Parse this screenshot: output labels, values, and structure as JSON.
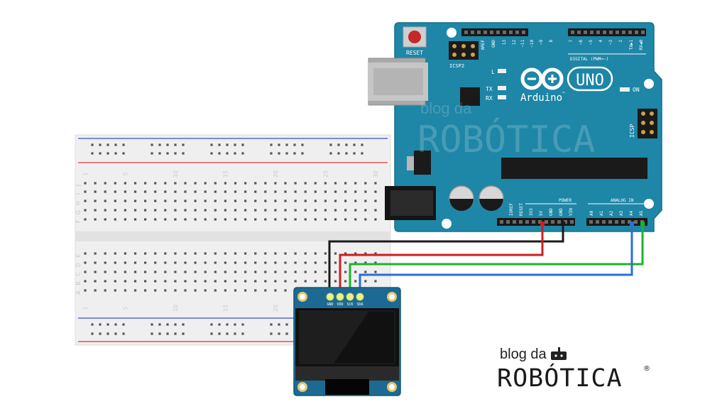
{
  "arduino": {
    "reset_label": "RESET",
    "icsp2_label": "ICSP2",
    "icsp_label": "ICSP",
    "brand": "Arduino",
    "tm": "™",
    "model": "UNO",
    "led_labels": [
      "L",
      "TX",
      "RX"
    ],
    "on_label": "ON",
    "digital_label": "DIGITAL (PWM=~)",
    "top_header_labels": [
      "AREF",
      "GND",
      "13",
      "12",
      "~11",
      "~10",
      "~9",
      "8",
      "7",
      "~6",
      "~5",
      "4",
      "~3",
      "2",
      "TX▶1",
      "RX◀0"
    ],
    "power_label": "POWER",
    "analog_label": "ANALOG IN",
    "power_pins": [
      "IOREF",
      "RESET",
      "3V3",
      "5V",
      "GND",
      "GND",
      "VIN"
    ],
    "analog_pins": [
      "A0",
      "A1",
      "A2",
      "A3",
      "A4",
      "A5"
    ]
  },
  "oled": {
    "pins": [
      "GND",
      "VDD",
      "SCK",
      "SDA"
    ]
  },
  "breadboard": {
    "row_letters_top": [
      "J",
      "I",
      "H",
      "G",
      "F"
    ],
    "row_letters_bottom": [
      "E",
      "D",
      "C",
      "B",
      "A"
    ],
    "col_numbers": [
      "1",
      "5",
      "10",
      "15",
      "20",
      "25",
      "30"
    ]
  },
  "wires": {
    "colors": {
      "gnd": "#1a1a1a",
      "vdd": "#cc1f1f",
      "sck": "#1bb52a",
      "sda": "#2a6fd6"
    }
  },
  "logo": {
    "line1": "blog da",
    "line2": "ROBÓTICA",
    "registered": "®"
  },
  "watermark": {
    "line1": "blog da",
    "line2": "ROBÓTICA"
  }
}
